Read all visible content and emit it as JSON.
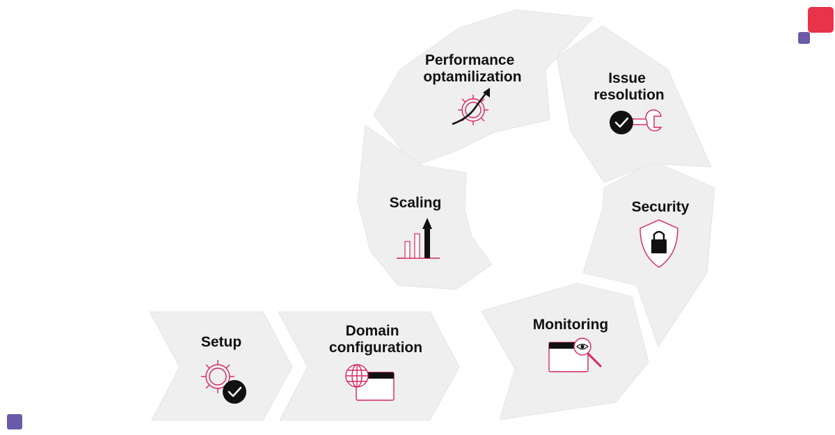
{
  "steps": [
    {
      "label_lines": [
        "Setup"
      ],
      "icon": "gear-check-icon"
    },
    {
      "label_lines": [
        "Domain",
        "configuration"
      ],
      "icon": "globe-browser-icon"
    },
    {
      "label_lines": [
        "Monitoring"
      ],
      "icon": "browser-magnifier-eye-icon"
    },
    {
      "label_lines": [
        "Security"
      ],
      "icon": "shield-lock-icon"
    },
    {
      "label_lines": [
        "Issue",
        "resolution"
      ],
      "icon": "check-wrench-icon"
    },
    {
      "label_lines": [
        "Performance",
        "optamilization"
      ],
      "icon": "gear-trend-arrow-icon"
    },
    {
      "label_lines": [
        "Scaling"
      ],
      "icon": "bar-chart-up-arrow-icon"
    }
  ],
  "colors": {
    "segment_fill": "#efefef",
    "accent_pink": "#d6245a",
    "accent_red": "#e8334a",
    "accent_purple": "#6a5aa8",
    "text": "#111111"
  }
}
